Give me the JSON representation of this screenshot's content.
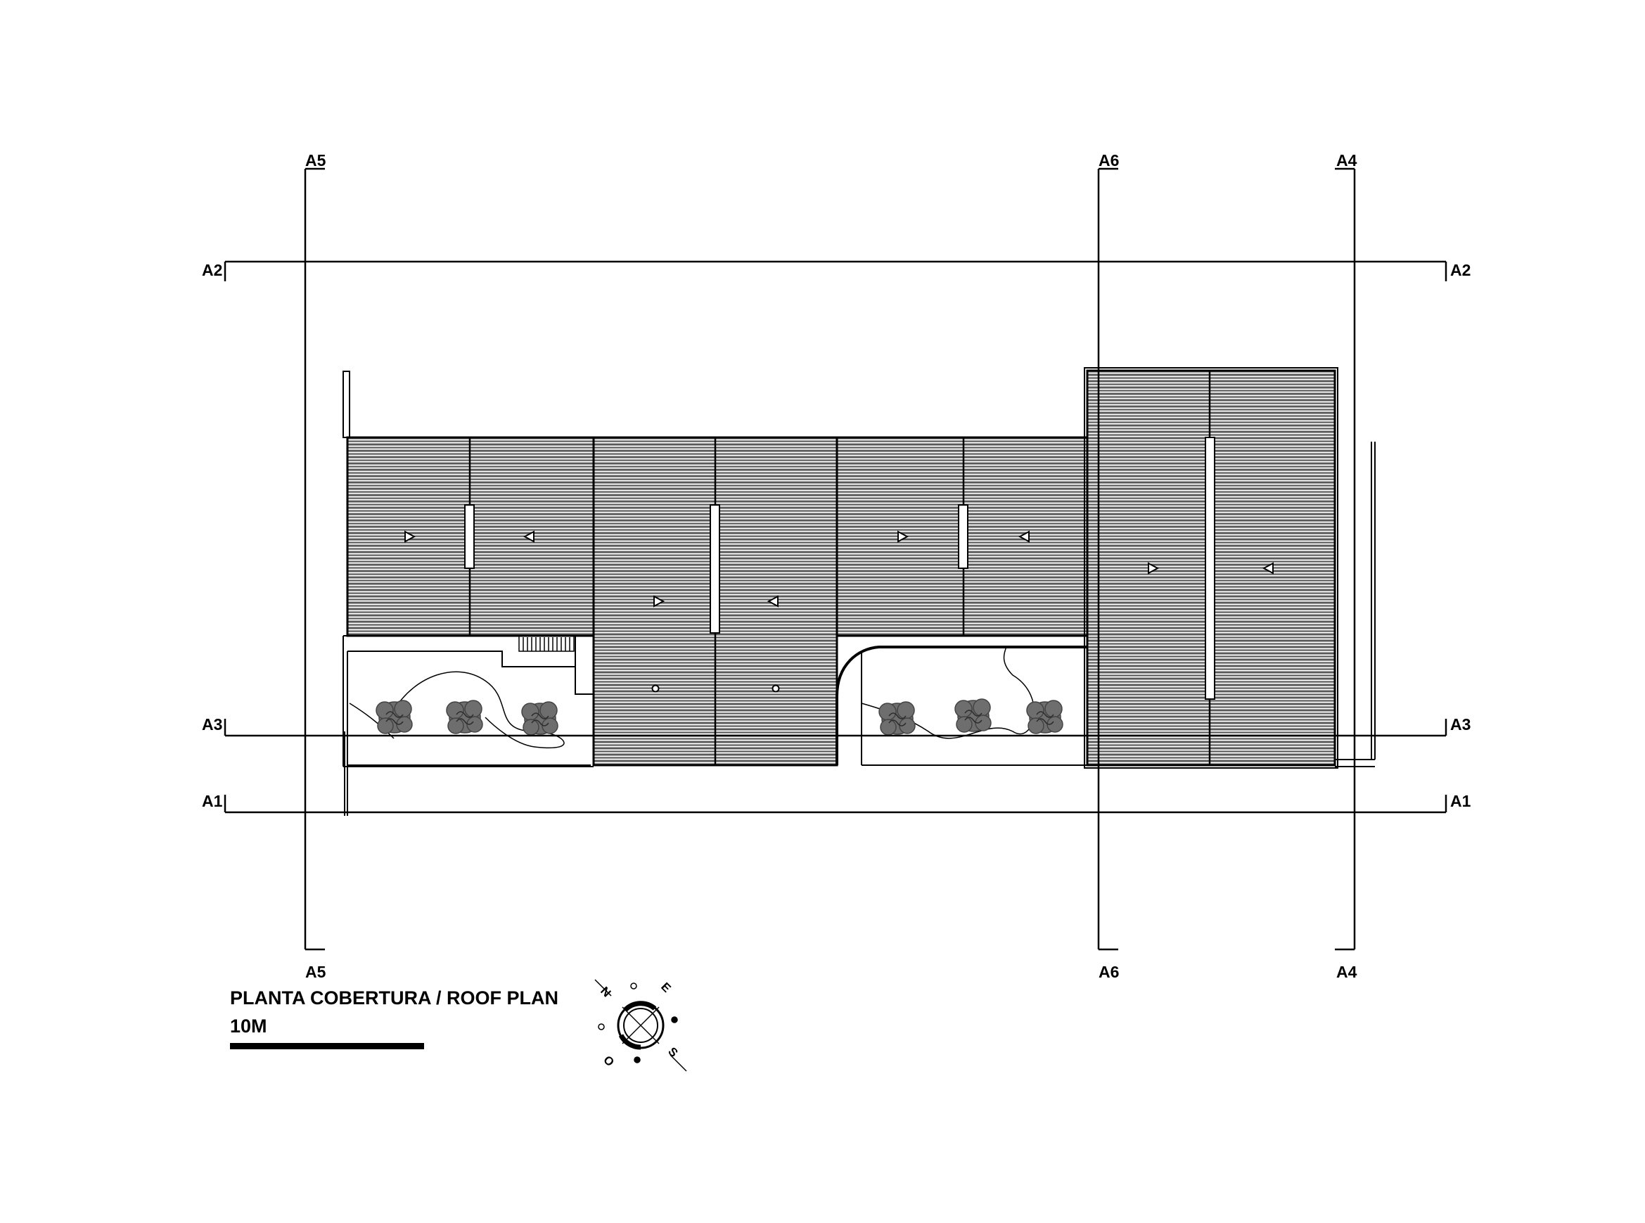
{
  "drawing": {
    "title": "PLANTA COBERTURA  / ROOF PLAN",
    "scale_label": "10M"
  },
  "section_markers": {
    "vertical": [
      {
        "id": "a5",
        "label": "A5"
      },
      {
        "id": "a6",
        "label": "A6"
      },
      {
        "id": "a4",
        "label": "A4"
      }
    ],
    "horizontal": [
      {
        "id": "a2",
        "label": "A2"
      },
      {
        "id": "a3",
        "label": "A3"
      },
      {
        "id": "a1",
        "label": "A1"
      }
    ]
  },
  "compass": {
    "north": "N",
    "east": "E",
    "south": "S",
    "west": "O"
  },
  "colors": {
    "line": "#000000",
    "roof_hatch": "#5a5a5a",
    "tree": "#6e6e6e",
    "background": "#ffffff"
  }
}
